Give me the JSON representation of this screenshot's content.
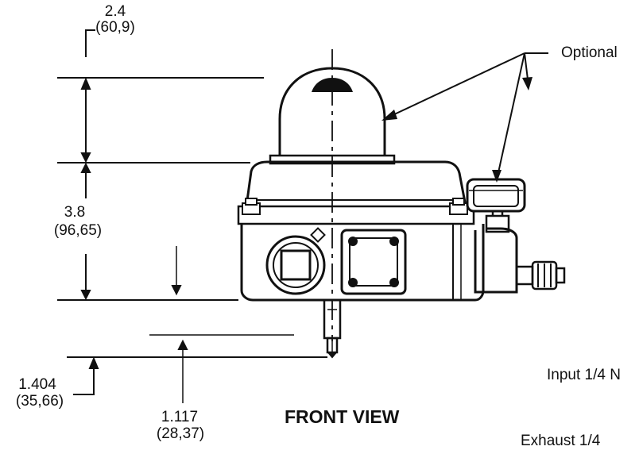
{
  "dimensions": {
    "dim_top": {
      "inch": "2.4",
      "mm": "(60,9)"
    },
    "dim_mid": {
      "inch": "3.8",
      "mm": "(96,65)"
    },
    "dim_bottom": {
      "inch": "1.404",
      "mm": "(35,66)"
    },
    "dim_shaft": {
      "inch": "1.117",
      "mm": "(28,37)"
    }
  },
  "callouts": {
    "optional": "Optional",
    "input": "Input 1/4 N",
    "exhaust": "Exhaust 1/4"
  },
  "view_title": "FRONT VIEW"
}
